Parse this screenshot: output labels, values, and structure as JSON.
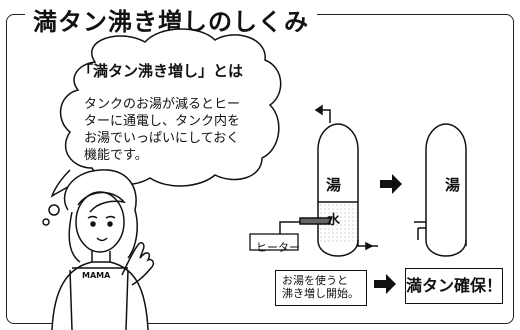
{
  "title": "満タン沸き増しのしくみ",
  "bubble": {
    "title": "「満タン沸き増し」とは",
    "lines": [
      "タンクのお湯が減るとヒー",
      "ターに通電し、タンク内を",
      "お湯でいっぱいにしておく",
      "機能です。"
    ]
  },
  "tank_left": {
    "hot_label": "湯",
    "water_label": "水"
  },
  "tank_right": {
    "hot_label": "湯"
  },
  "heater_label": "ヒーター",
  "apron_label": "MAMA",
  "note_lines": [
    "お湯を使うと",
    "沸き増し開始。"
  ],
  "result_label": "満タン確保！",
  "colors": {
    "line": "#111111",
    "background": "#ffffff",
    "hatch": "#555555"
  }
}
